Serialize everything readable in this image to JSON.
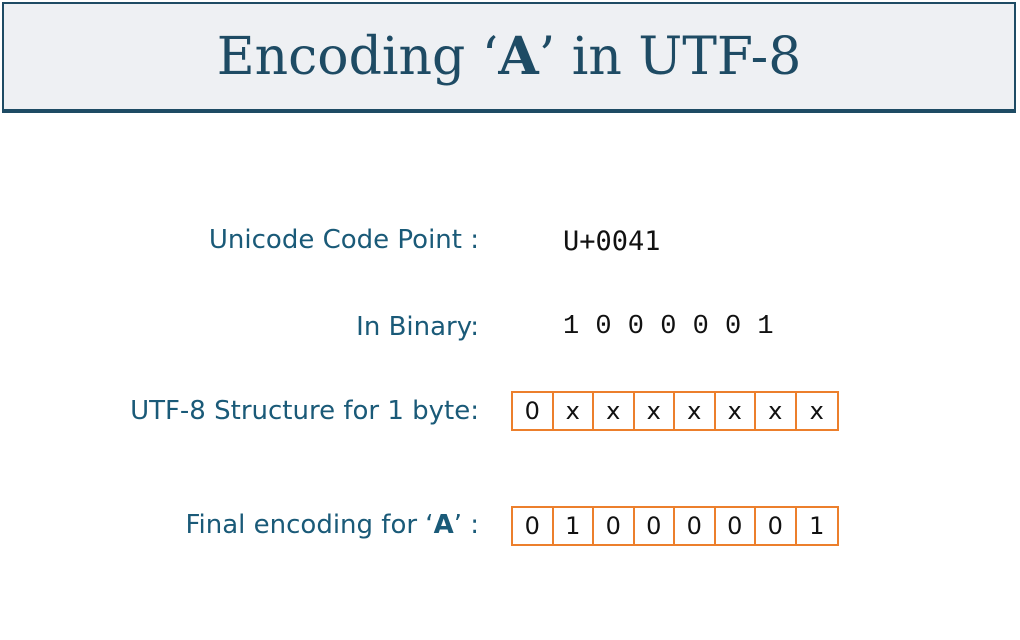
{
  "title": {
    "prefix": "Encoding ",
    "open_quote": "‘",
    "letter": "A",
    "close_quote": "’",
    "suffix": " in UTF-8"
  },
  "rows": {
    "code_point": {
      "label": "Unicode Code Point :",
      "value": "U+0041"
    },
    "binary": {
      "label": "In Binary:",
      "value": "1 0 0 0 0 0 1"
    },
    "structure": {
      "label": "UTF-8 Structure for 1 byte:",
      "bits": [
        "0",
        "x",
        "x",
        "x",
        "x",
        "x",
        "x",
        "x"
      ]
    },
    "final": {
      "label_prefix": "Final encoding for ‘",
      "label_letter": "A",
      "label_suffix": "’ :",
      "bits": [
        "0",
        "1",
        "0",
        "0",
        "0",
        "0",
        "0",
        "1"
      ]
    }
  },
  "colors": {
    "title_text": "#1e4b64",
    "label_text": "#1a5a78",
    "bit_border": "#ec7f2c",
    "title_bg": "#eef0f3"
  }
}
